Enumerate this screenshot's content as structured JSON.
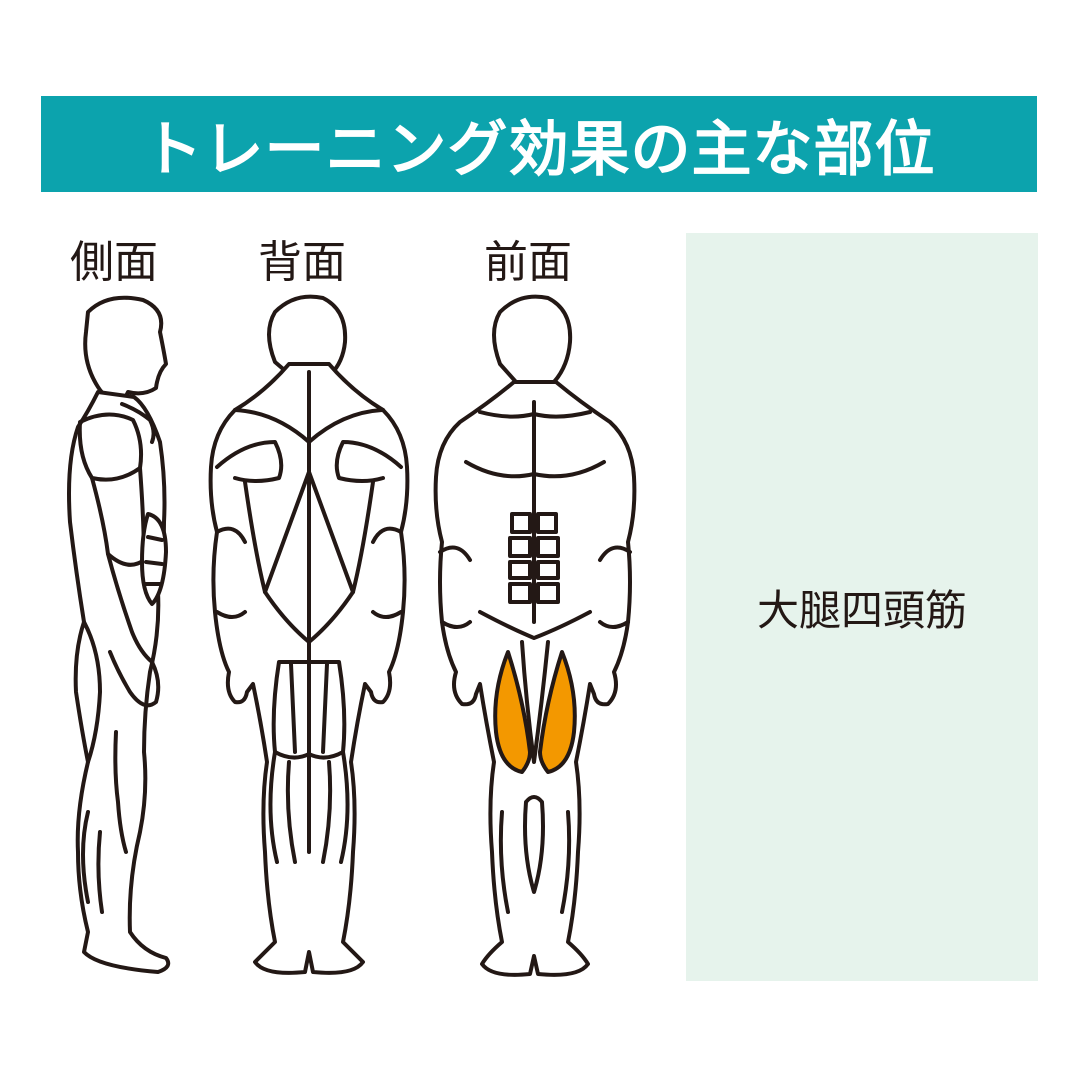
{
  "header": {
    "title": "トレーニング効果の主な部位",
    "background_color": "#0ca3ad",
    "text_color": "#ffffff"
  },
  "views": [
    {
      "label": "側面",
      "figure": "side-view-body"
    },
    {
      "label": "背面",
      "figure": "back-view-body"
    },
    {
      "label": "前面",
      "figure": "front-view-body"
    }
  ],
  "highlight": {
    "muscle_name": "大腿四頭筋",
    "color": "#f39800",
    "view": "前面",
    "panel_background": "#e6f3ec"
  }
}
